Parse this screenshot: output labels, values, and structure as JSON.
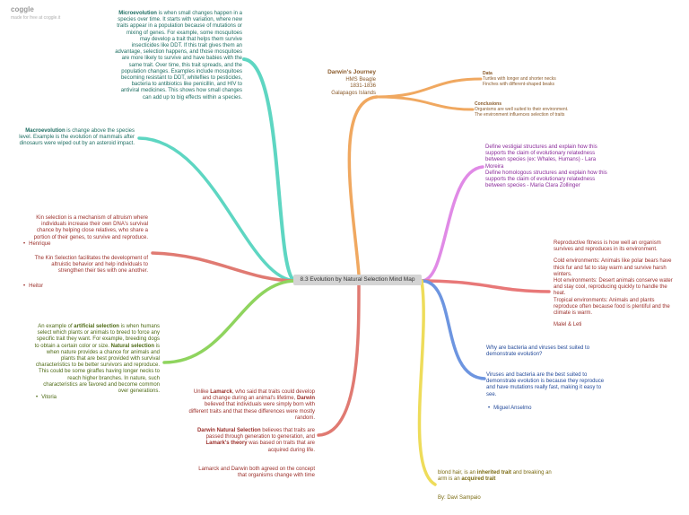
{
  "brand": {
    "logo": "coggle",
    "tagline": "made for free at coggle.it"
  },
  "center": {
    "title": "8.3 Evolution by Natural Selection Mind Map"
  },
  "colors": {
    "teal": "#5ed6c2",
    "red": "#e07a72",
    "green": "#8fd45e",
    "orange": "#f0a860",
    "purple": "#e08ae6",
    "salmon": "#e87878",
    "blue": "#6d95e0",
    "yellow": "#eedc5a",
    "center_bg": "#d4d4d4"
  },
  "micro": {
    "term": "Microevolution",
    "text": " is when small changes happen in a species over time. It starts with variation, where new traits appear in a population because of mutations or mixing of genes. For example, some mosquitoes may develop a trait that helps them survive insecticides like DDT. If this trait gives them an advantage, selection happens, and those mosquitoes are more likely to survive and have babies with the same trait. Over time, this trait spreads, and the population changes. Examples include mosquitoes becoming resistant to DDT, whiteflies to pesticides, bacteria to antibiotics like penicillin, and HIV to antiviral medicines. This shows how small changes can add up to big effects within a species."
  },
  "macro": {
    "term": "Macroevolution",
    "text": " is change above the species level. Example is the evolution of mammals after dinosaurs were wiped out by an asteroid impact."
  },
  "kin": {
    "text1": "Kin selection is a mechanism of altruism where individuals increase their own DNA's survival chance by helping close relatives, who share a portion of their genes, to survive and reproduce.",
    "author1": "Henrique",
    "text2": "The Kin Selection facilitates the development of altruistic behavior and help individuals to strengthen their ties with one another.",
    "author2": "Heitor"
  },
  "artificial": {
    "pre": "An example of ",
    "term": "artificial selection",
    "mid": " is when humans select which plants or animals to breed to force any specific trait they want. For example, breeding dogs to obtain a certain color or size. ",
    "term2": "Natural selection",
    "post": " is when nature provides a chance for animals and plants that are best provided with survival characteristics to be better survivors and reproduce. This could be some giraffes having longer necks to reach higher branches. In nature, such characteristics are favored and become common over generations.",
    "author": "Vitoria"
  },
  "lamarck": {
    "p1_pre": "Unlike ",
    "p1_term": "Lamarck",
    "p1_mid": ", who said that traits could develop and change during an animal's lifetime, ",
    "p1_term2": "Darwin",
    "p1_post": " believed that individuals were simply born with different traits and that these differences were mostly random.",
    "p2_term": "Darwin Natural Selection",
    "p2_mid": " believes that traits are passed through generation to generation, and ",
    "p2_term2": "Lamark's theory",
    "p2_post": " was based on traits that are acquired during life.",
    "p3": "Lamarck and Darwin both agreed on the concept that organisms change with time"
  },
  "journey": {
    "title": "Darwin's Journey",
    "ship": "HMS Beagle",
    "years": "1831-1836",
    "place": "Galapagos Islands",
    "data_title": "Data",
    "data_1": "Turtles with longer and shorter necks",
    "data_2": "Finches with different-shaped beaks",
    "conc_title": "Conclusions",
    "conc_1": "Organisms are well suited to their environment.",
    "conc_2": "The environment influences selection of traits"
  },
  "structures": {
    "text1": "Define vestigial structures and explain how this supports the claim of evolutionary relatedness between species (ex: Whales, Humans) - Lara Moreira",
    "text2": "Define homologous structures and explain how this supports the claim of evolutionary relatedness between species - Maria Clara Zollinger"
  },
  "fitness": {
    "p1": "Reproductive fitness is how well an organism survives and reproduces in its environment.",
    "p2": "Cold environments: Animals like polar bears have thick fur and fat to stay warm and survive harsh winters.",
    "p3": "Hot environments: Desert animals conserve water and stay cool, reproducing quickly to handle the heat.",
    "p4": "Tropical environments: Animals and plants reproduce often because food is plentiful and the climate is warm.",
    "author": "Malel & Leti"
  },
  "bacteria": {
    "question": "Why are bacteria and viruses best suited to demonstrate evolution?",
    "answer": "Viruses and bacteria are the best suited to demonstrate evolution is because they reproduce and have mutations really fast, making it easy to see.",
    "author": "Miguel Anselmo"
  },
  "traits": {
    "pre": "blond hair, is an ",
    "term": "inherited trait",
    "mid": " and breaking an arm is an ",
    "term2": "acquired trait"
  },
  "byline": "By: Davi Sampaio"
}
